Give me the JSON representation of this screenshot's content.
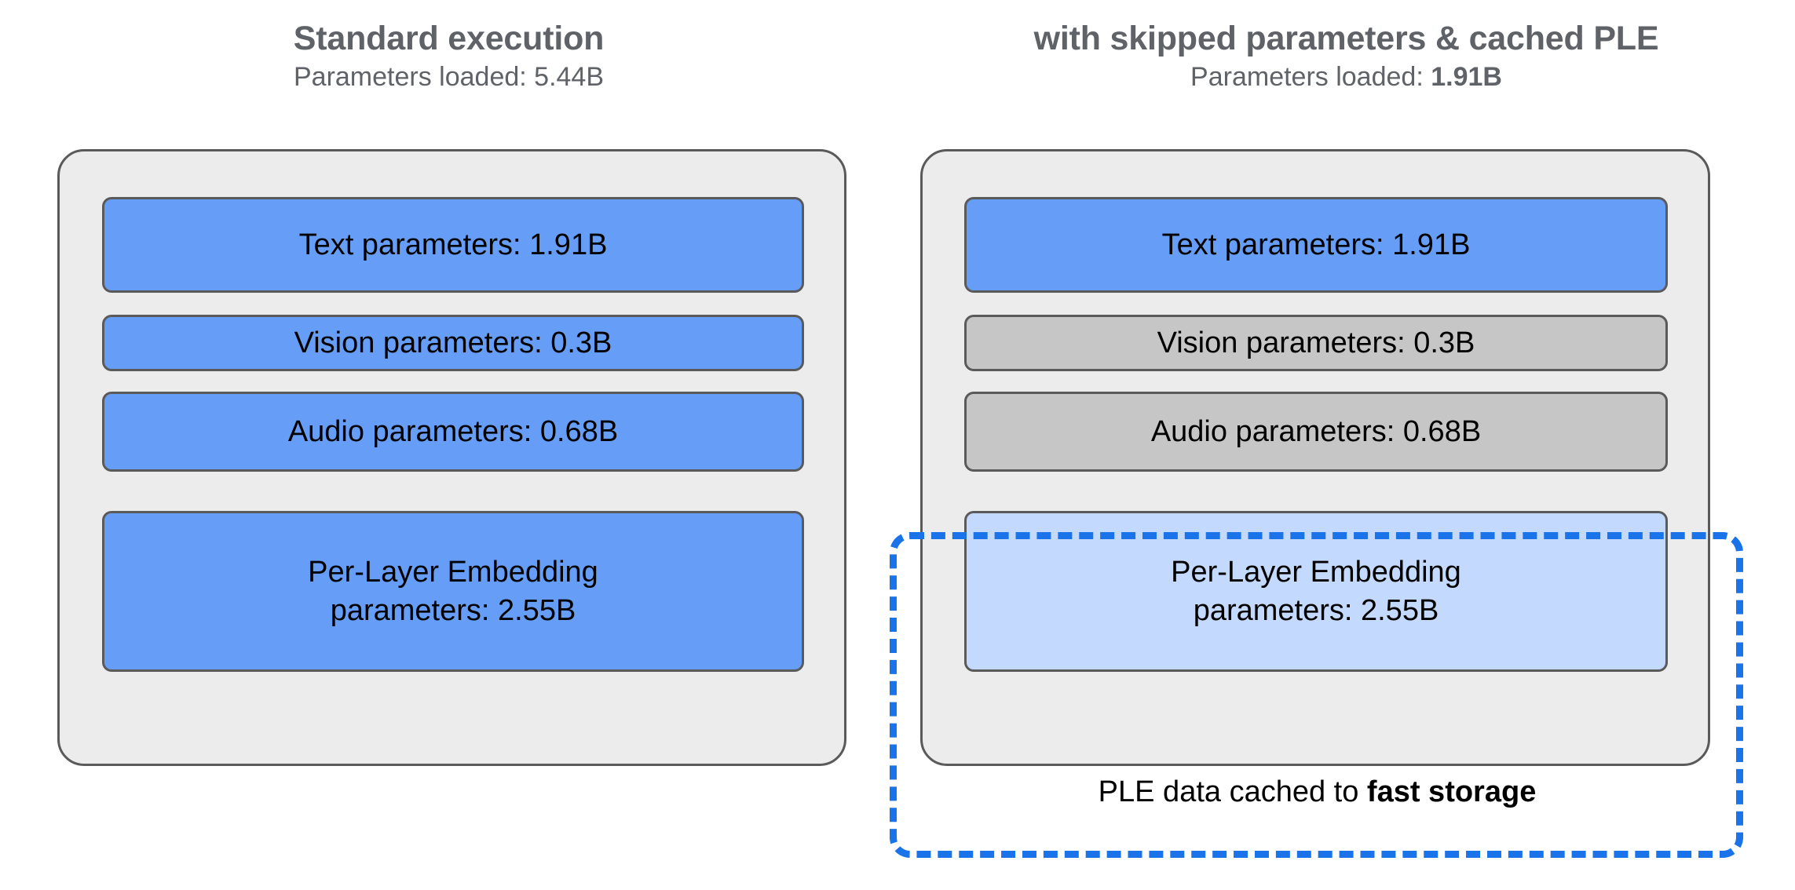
{
  "colors": {
    "active_block": "#669df6",
    "skipped_block": "#c6c6c6",
    "cached_block": "#c3d9fd",
    "container_bg": "#ececec",
    "block_border": "#5a5a5a",
    "title_text": "#5f6368",
    "cache_outline": "#1a73e8",
    "page_bg": "#ffffff"
  },
  "panels": [
    {
      "id": "standard-execution",
      "title": "Standard execution",
      "subtitle_prefix": "Parameters loaded: ",
      "subtitle_value": "5.44B",
      "subtitle_value_bold": false,
      "blocks": [
        {
          "label": "Text parameters: 1.91B",
          "component": "text",
          "value": "1.91B",
          "state": "active"
        },
        {
          "label": "Vision parameters: 0.3B",
          "component": "vision",
          "value": "0.3B",
          "state": "active"
        },
        {
          "label": "Audio parameters: 0.68B",
          "component": "audio",
          "value": "0.68B",
          "state": "active"
        },
        {
          "label": "Per-Layer Embedding parameters: 2.55B",
          "component": "ple",
          "value": "2.55B",
          "state": "active"
        }
      ]
    },
    {
      "id": "skipped-and-cached",
      "title": "with skipped parameters & cached PLE",
      "subtitle_prefix": "Parameters loaded: ",
      "subtitle_value": "1.91B",
      "subtitle_value_bold": true,
      "blocks": [
        {
          "label": "Text parameters: 1.91B",
          "component": "text",
          "value": "1.91B",
          "state": "active"
        },
        {
          "label": "Vision parameters: 0.3B",
          "component": "vision",
          "value": "0.3B",
          "state": "skipped"
        },
        {
          "label": "Audio parameters: 0.68B",
          "component": "audio",
          "value": "0.68B",
          "state": "skipped"
        },
        {
          "label": "Per-Layer Embedding parameters: 2.55B",
          "component": "ple",
          "value": "2.55B",
          "state": "cached"
        }
      ],
      "cache_highlight": {
        "caption_prefix": "PLE data cached to ",
        "caption_emphasis": "fast storage"
      }
    }
  ],
  "ple_block_lines": [
    "Per-Layer Embedding",
    "parameters: 2.55B"
  ]
}
